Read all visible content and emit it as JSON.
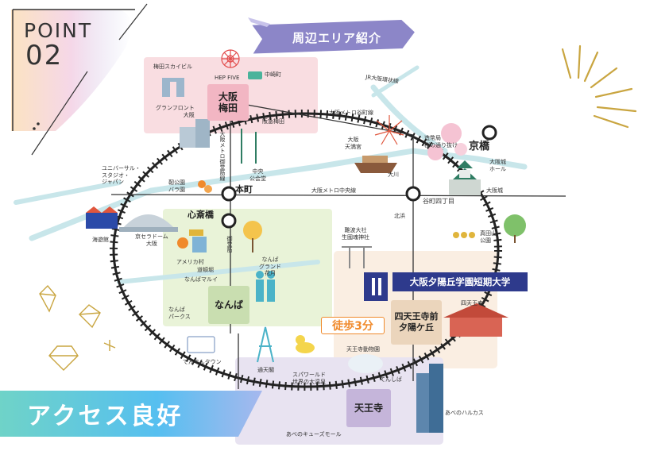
{
  "header": {
    "point_word": "POINT",
    "point_number": "02",
    "banner": "周辺エリア紹介"
  },
  "footer_banner": "アクセス良好",
  "college": {
    "name": "大阪夕陽丘学園短期大学",
    "walk": "徒歩3分"
  },
  "stations": {
    "umeda": "大阪\n梅田",
    "namba": "なんば",
    "tennoji": "天王寺",
    "shitennoji": "四天王寺前\n夕陽ケ丘",
    "kyobashi": "京橋",
    "shinsaibashi": "心斎橋",
    "hommachi": "本町",
    "tanimachi4": "谷町四丁目"
  },
  "lines": {
    "jr_osaka_loop": "JR大阪環状線",
    "metro_tanimachi": "大阪メトロ谷町線",
    "metro_chuo": "大阪メトロ中央線",
    "metro_midosuji": "大阪メトロ御堂筋線",
    "midosuji": "御堂筋"
  },
  "places": {
    "umeda_sky": "梅田スカイビル",
    "hep_five": "HEP FIVE",
    "nakazakicho": "中崎町",
    "grand_front": "グランフロント\n大阪",
    "hankyu_umeda": "阪急梅田",
    "tenjinbashi": "大阪\n天満宮",
    "sakura": "造幣局\n桜の通り抜け",
    "usj": "ユニバーサル・\nスタジオ・\nジャパン",
    "central_hall": "中央\n公会堂",
    "okawa": "大川",
    "castle_hall": "大阪城\nホール",
    "osaka_castle": "大阪城",
    "rose": "靭公園\nバラ園",
    "kitahama": "北浜",
    "aquarium": "海遊館",
    "kyocera": "京セラドーム\n大阪",
    "america_mura": "アメリカ村",
    "ikukunitama": "難波大社\n生國魂神社",
    "sanadayama": "真田山\n公園",
    "namba_grand_kagetsu": "なんば\nグランド\n花月",
    "dotonbori": "道頓堀",
    "namba_marui": "なんばマルイ",
    "namba_parks": "なんば\nパークス",
    "shitennoji_temple": "四天王寺",
    "nipponbashi": "でんでんタウン",
    "tennoji_zoo": "天王寺動物園",
    "tsutenkaku": "通天閣",
    "spa_world": "スパワールド\n世界の大温泉",
    "tenshiba": "てんしば",
    "abeno_harukas": "あべのハルカス",
    "qs_mall": "あべのキューズモール"
  },
  "colors": {
    "loop": "#222222",
    "river": "#c8e6ea",
    "namba_area": "#e9f3d8",
    "umeda_area": "#f9dde1",
    "tennoji_area": "#e8e3f1",
    "college_area": "#faeee2",
    "umeda_station": "#f2b6c3",
    "namba_station": "#c9deb0",
    "tennoji_station": "#c5b5da",
    "shitennoji_station": "#ebd5bc",
    "college_navy": "#2e3a8c",
    "walk_orange": "#f08a2c",
    "banner_purple": "#8c86c8",
    "access_cyan": "#4ec5d9"
  },
  "icons": [
    "sparkle-icon",
    "diamond-icon",
    "ferris-wheel-icon",
    "fireworks-icon",
    "castle-icon",
    "torii-icon",
    "tower-icon",
    "duck-icon",
    "polar-bear-icon",
    "couple-icon",
    "tree-icon",
    "lamp-icon",
    "boat-icon",
    "dome-icon",
    "building-icon",
    "temple-icon",
    "cherry-blossom-icon",
    "college-logo-icon"
  ]
}
